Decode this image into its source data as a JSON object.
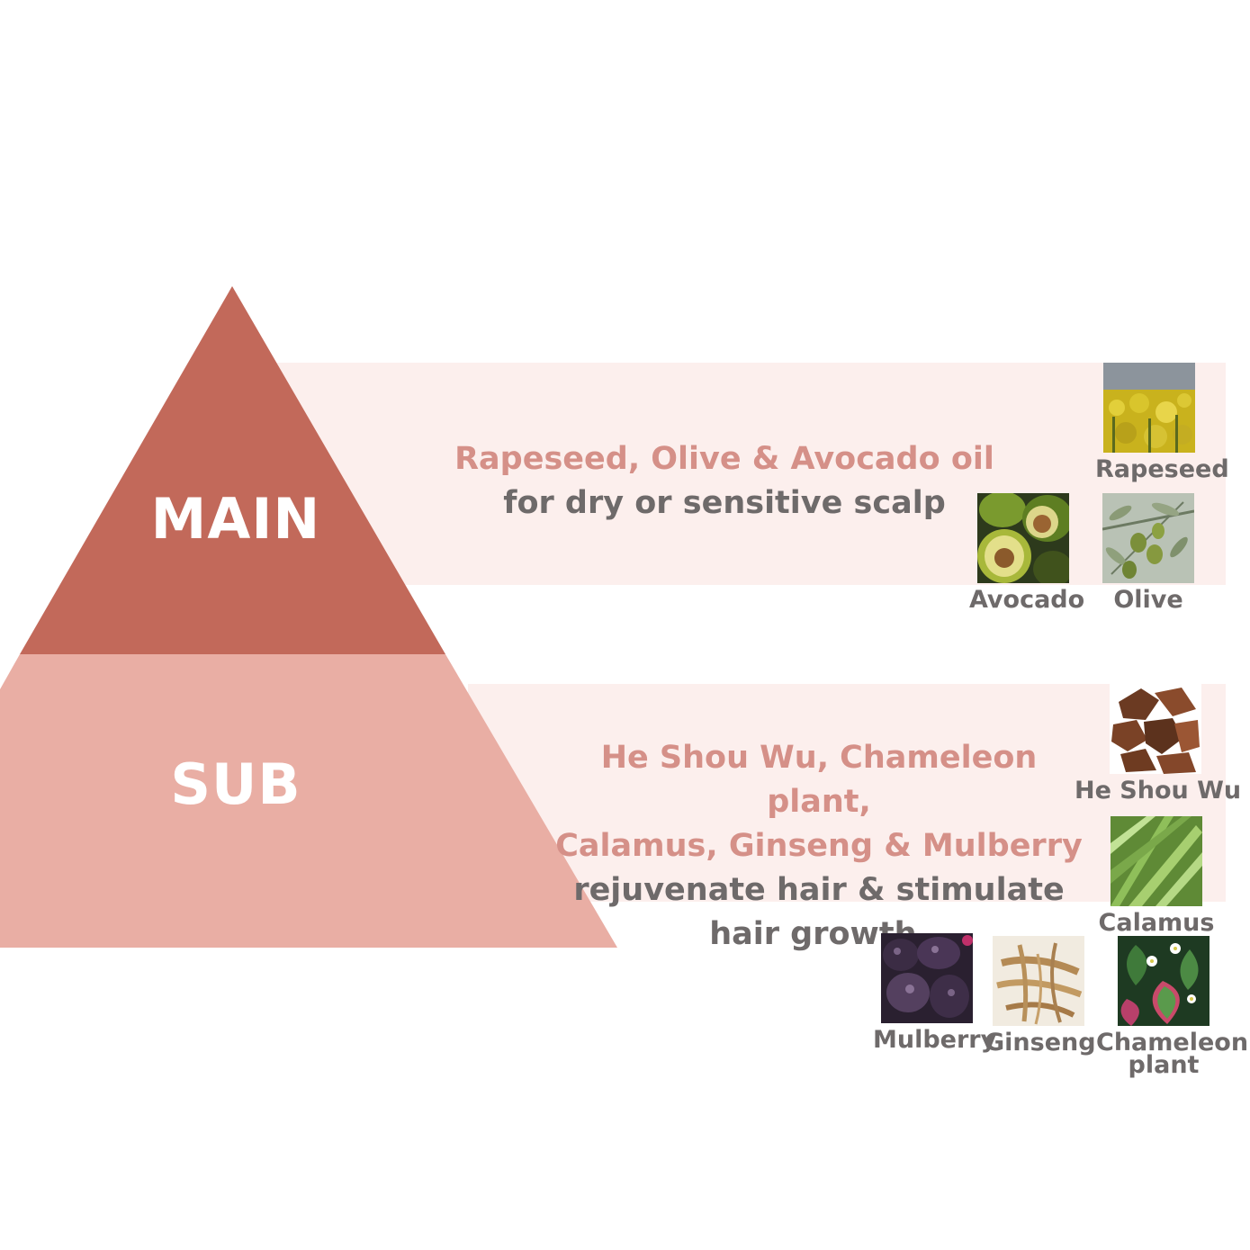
{
  "colors": {
    "main_tier": "#c2695a",
    "sub_tier": "#e9aea4",
    "band": "#fcefed",
    "highlight_text": "#d59088",
    "body_text": "#6e6a6a"
  },
  "main": {
    "label": "MAIN",
    "highlight": "Rapeseed, Olive & Avocado oil",
    "description": "for dry or sensitive scalp",
    "ingredients": [
      {
        "name": "Rapeseed",
        "icon": "rapeseed-field-image"
      },
      {
        "name": "Avocado",
        "icon": "avocado-image"
      },
      {
        "name": "Olive",
        "icon": "olive-branch-image"
      }
    ]
  },
  "sub": {
    "label": "SUB",
    "highlight_line1": "He Shou Wu, Chameleon plant,",
    "highlight_line2": "Calamus, Ginseng & Mulberry",
    "description_line1": "rejuvenate hair & stimulate",
    "description_line2": "hair growth.",
    "ingredients": [
      {
        "name": "He Shou Wu",
        "icon": "he-shou-wu-root-image"
      },
      {
        "name": "Calamus",
        "icon": "calamus-leaves-image"
      },
      {
        "name": "Mulberry",
        "icon": "mulberry-image"
      },
      {
        "name": "Ginseng",
        "icon": "ginseng-root-image"
      },
      {
        "name": "Chameleon plant",
        "icon": "chameleon-plant-image"
      }
    ]
  }
}
